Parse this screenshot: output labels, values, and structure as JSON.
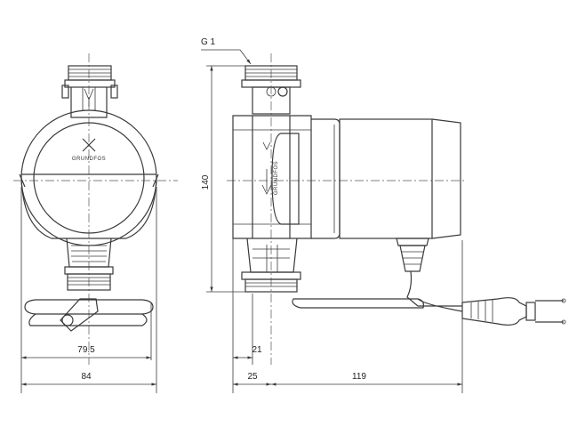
{
  "drawing": {
    "brand": "GRUNDFOS",
    "thread_label": "G 1",
    "dimensions": {
      "height": "140",
      "front_inner_width": "79.5",
      "front_total_width": "84",
      "side_inlet_offset": "21",
      "side_port_offset": "25",
      "side_body_length": "119"
    }
  }
}
